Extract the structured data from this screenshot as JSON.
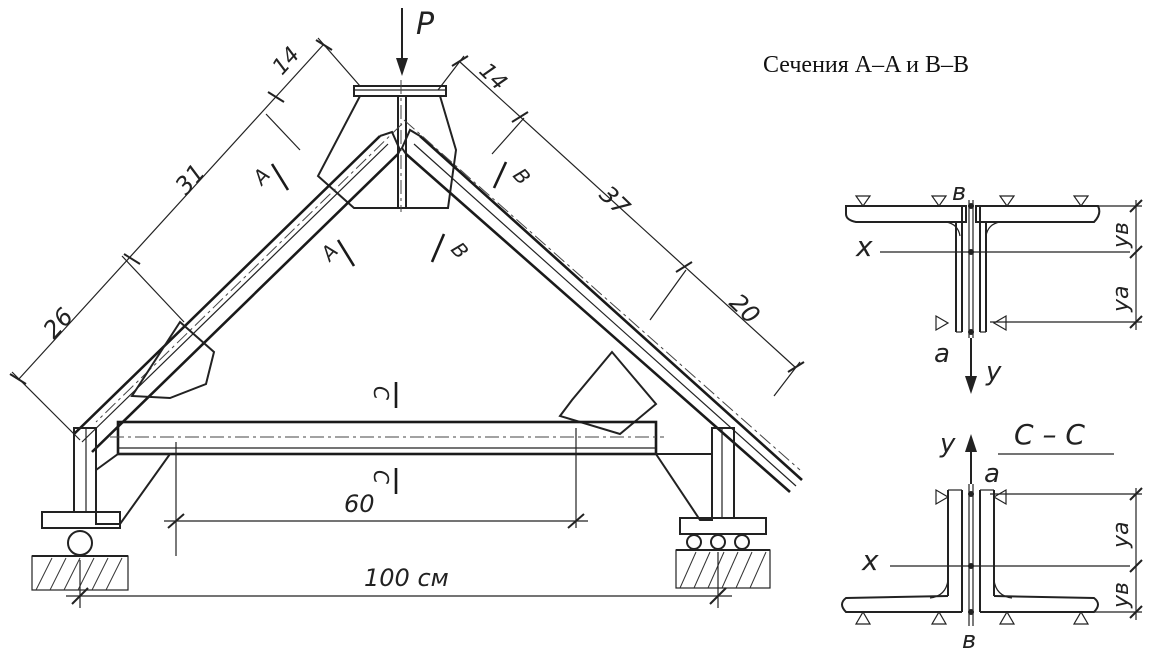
{
  "figure": {
    "title": "Сечения A–A и B–B",
    "load_label": "P",
    "dimensions": {
      "top_left": "14",
      "top_right": "14",
      "left_upper": "31",
      "left_lower": "26",
      "right_upper": "37",
      "right_lower": "20",
      "bottom_inner": "60",
      "span": "100 см"
    },
    "section_marks": {
      "a": "A",
      "b": "B",
      "c": "C"
    },
    "sections": {
      "ab": {
        "top_point": "в",
        "bottom_point": "a",
        "x_axis": "x",
        "y_axis": "y",
        "dim_top": "yв",
        "dim_bottom": "ya"
      },
      "cc": {
        "label": "C – C",
        "top_point": "a",
        "bottom_point": "в",
        "x_axis": "x",
        "y_axis": "y",
        "dim_top": "ya",
        "dim_bottom": "yв"
      }
    },
    "colors": {
      "line": "#222222",
      "background": "#ffffff"
    }
  }
}
